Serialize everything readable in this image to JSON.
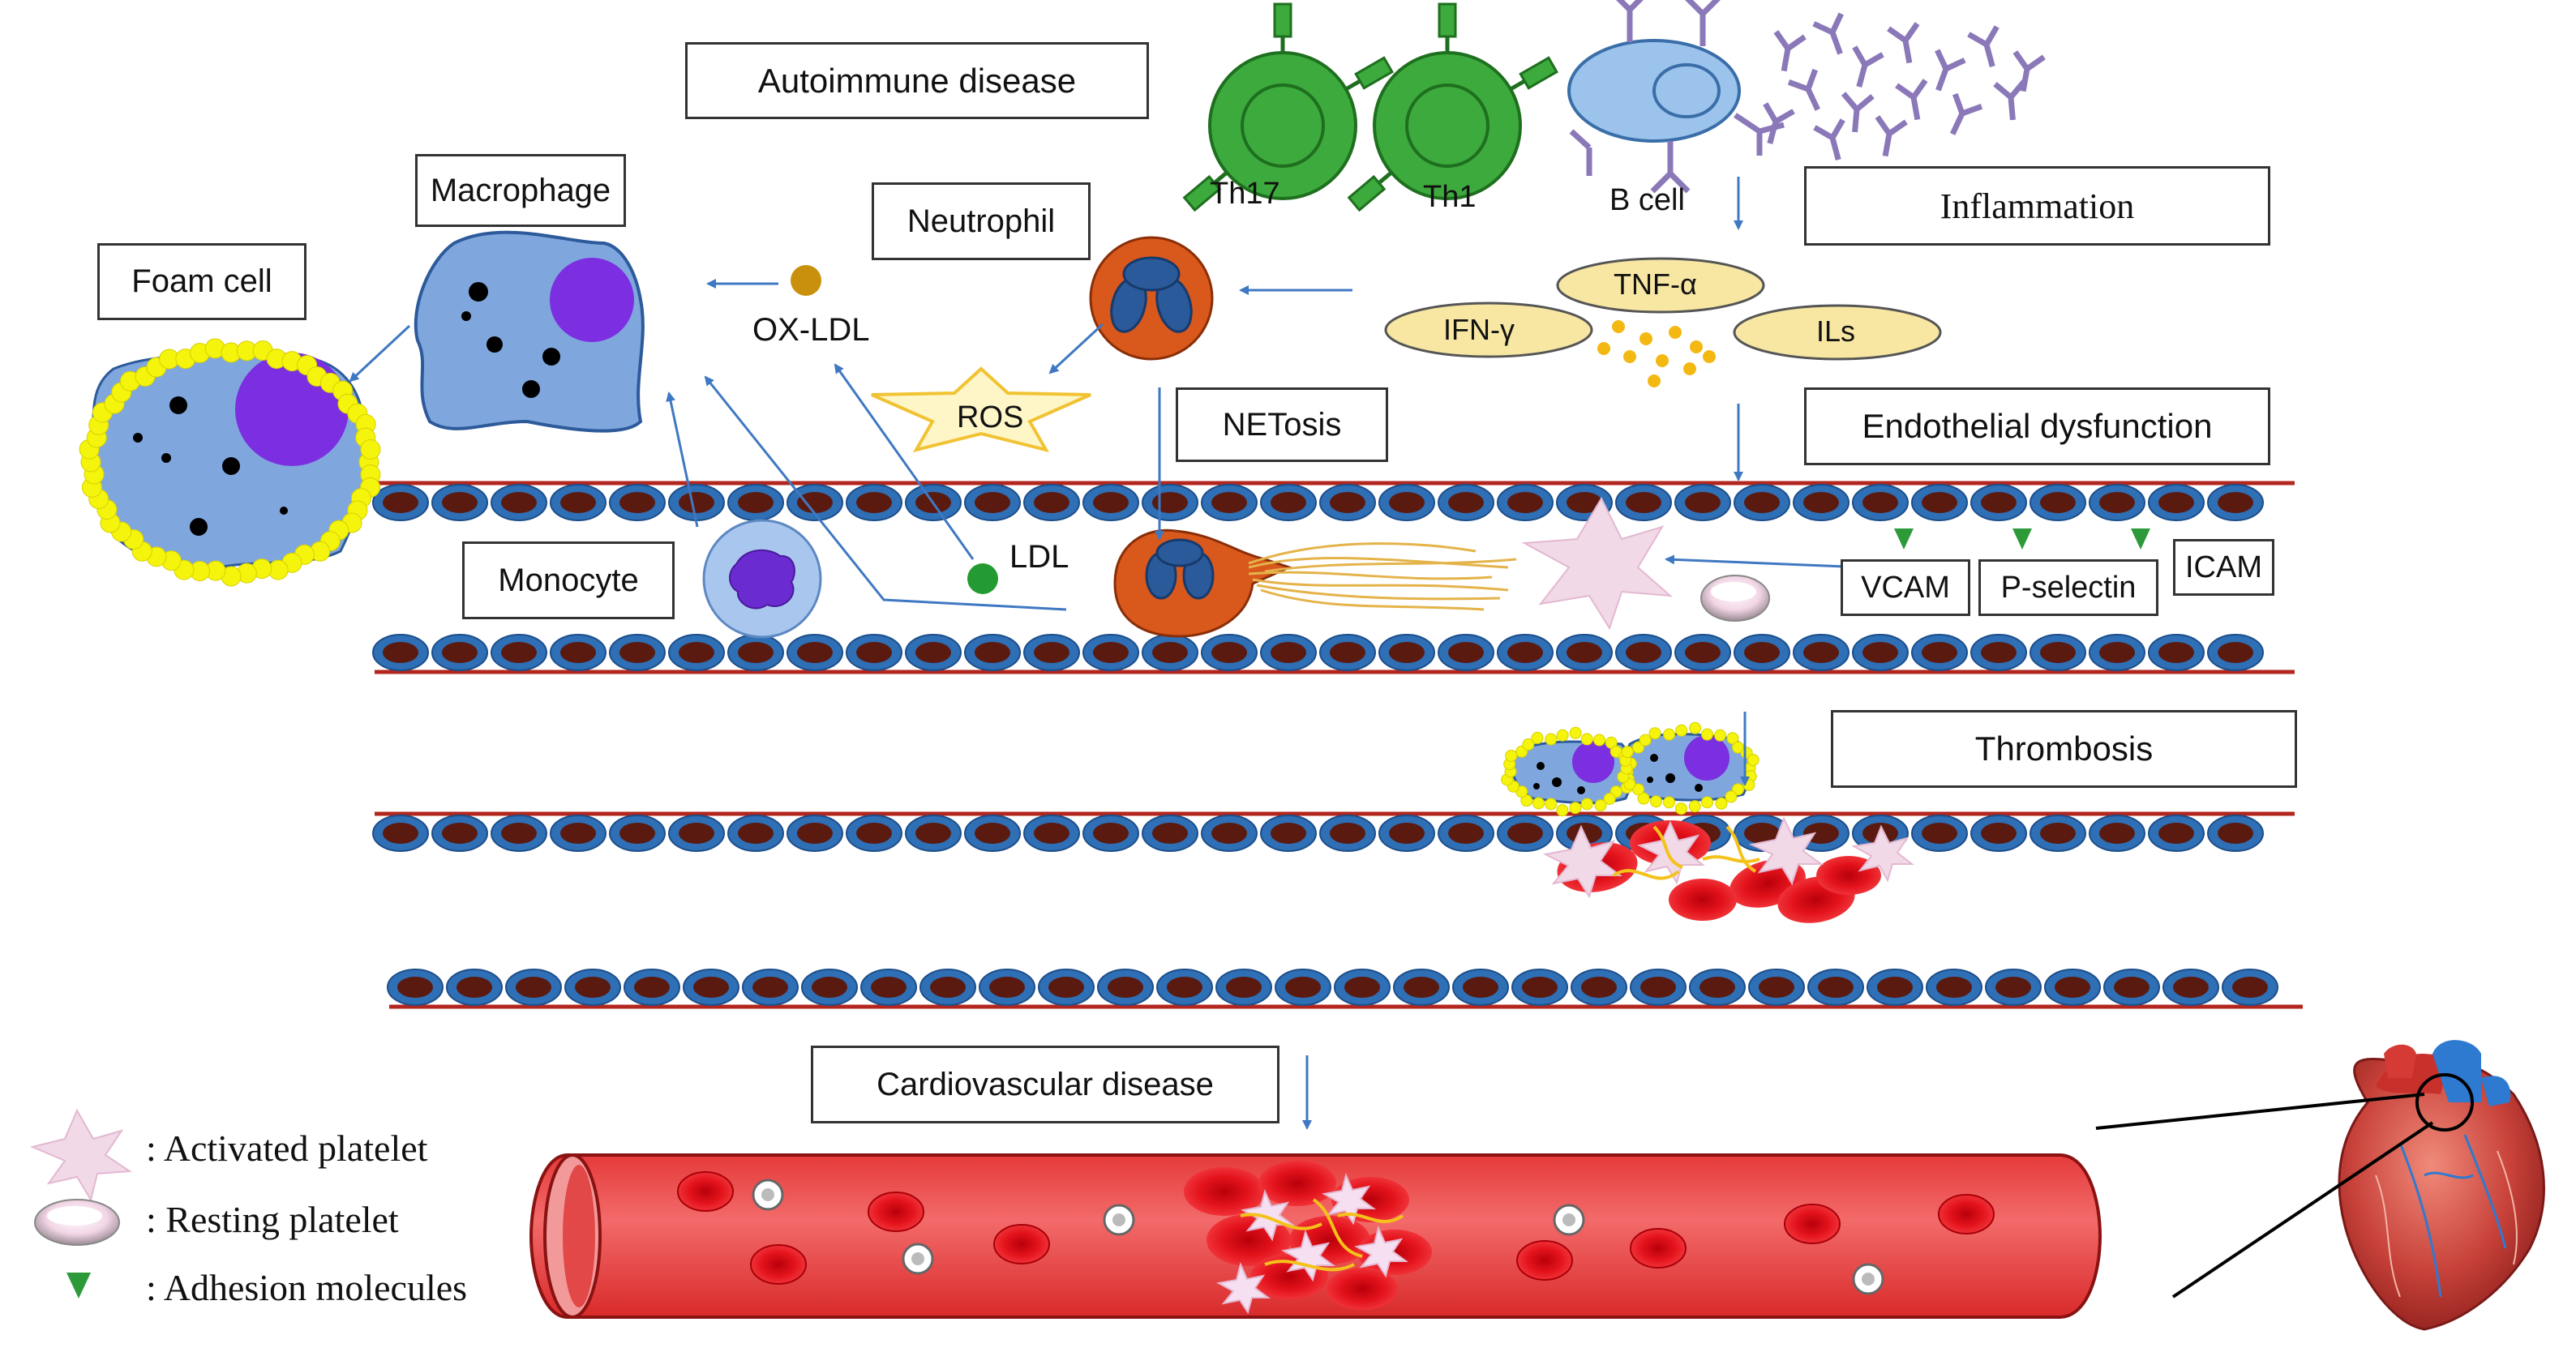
{
  "labels": {
    "autoimmune": "Autoimmune disease",
    "th17": "Th17",
    "th1": "Th1",
    "bcell": "B cell",
    "inflammation": "Inflammation",
    "macrophage": "Macrophage",
    "neutrophil": "Neutrophil",
    "foam_cell": "Foam cell",
    "ox_ldl": "OX-LDL",
    "tnf": "TNF-α",
    "ifn": "IFN-γ",
    "ils": "ILs",
    "ros": "ROS",
    "netosis": "NETosis",
    "endothelial": "Endothelial dysfunction",
    "monocyte": "Monocyte",
    "ldl": "LDL",
    "vcam": "VCAM",
    "pselectin": "P-selectin",
    "icam": "ICAM",
    "thrombosis": "Thrombosis",
    "cardiovascular": "Cardiovascular disease"
  },
  "legend": [
    {
      "symbol": "activated-platelet",
      "text": ": Activated platelet"
    },
    {
      "symbol": "resting-platelet",
      "text": ": Resting platelet"
    },
    {
      "symbol": "adhesion-molecule",
      "text": ": Adhesion molecules"
    }
  ],
  "colors": {
    "vessel_wall": "#b3261e",
    "endothelial_outer": "#2e6fb5",
    "endothelial_core": "#5a1a10",
    "cell_blue": "#8fb3e6",
    "t_cell_green": "#3daa3d",
    "neutrophil_orange": "#d9581c",
    "cytokine_fill": "#f7e7a3",
    "nucleus_purple": "#7b2fe0",
    "foam_yellow": "#f4f40c",
    "rbc_red": "#e0101a",
    "adhesion_green": "#2d9a3a",
    "platelet_pink": "#f1d9e8",
    "arrow_blue": "#3f78c2"
  }
}
